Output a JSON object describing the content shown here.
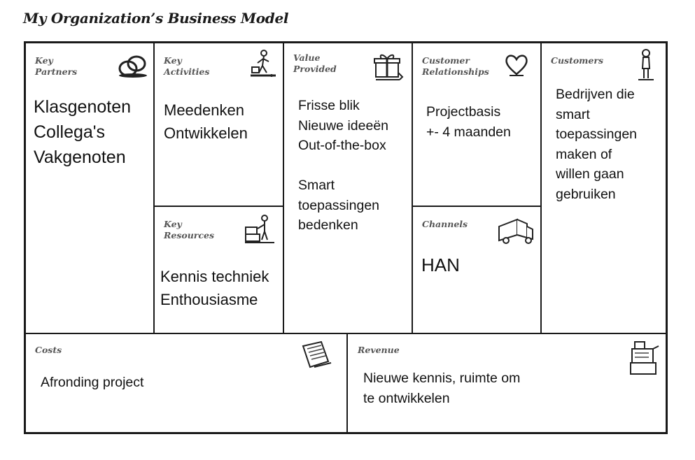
{
  "title": "My Organization’s Business Model",
  "blocks": {
    "key_partners": {
      "label": "Key\nPartners",
      "content": "Klasgenoten\nCollega's\nVakgenoten",
      "icon": "rings-icon"
    },
    "key_activities": {
      "label": "Key\nActivities",
      "content": "Meedenken\nOntwikkelen",
      "icon": "worker-icon"
    },
    "key_resources": {
      "label": "Key\nResources",
      "content": "Kennis techniek\nEnthousiasme",
      "icon": "worker-with-boxes-icon"
    },
    "value_provided": {
      "label": "Value\nProvided",
      "content": "Frisse blik\nNieuwe ideeën\nOut-of-the-box\n\nSmart\ntoepassingen\nbedenken",
      "icon": "gift-icon"
    },
    "customer_relationships": {
      "label": "Customer\nRelationships",
      "content": "Projectbasis\n+- 4 maanden",
      "icon": "heart-icon"
    },
    "channels": {
      "label": "Channels",
      "content": "HAN",
      "icon": "truck-icon"
    },
    "customers": {
      "label": "Customers",
      "content": "Bedrijven die\nsmart\ntoepassingen\nmaken of\nwillen gaan\ngebruiken",
      "icon": "person-icon"
    },
    "costs": {
      "label": "Costs",
      "content": "Afronding project",
      "icon": "papers-icon"
    },
    "revenue": {
      "label": "Revenue",
      "content": "Nieuwe kennis, ruimte om\nte ontwikkelen",
      "icon": "cash-register-icon"
    }
  }
}
